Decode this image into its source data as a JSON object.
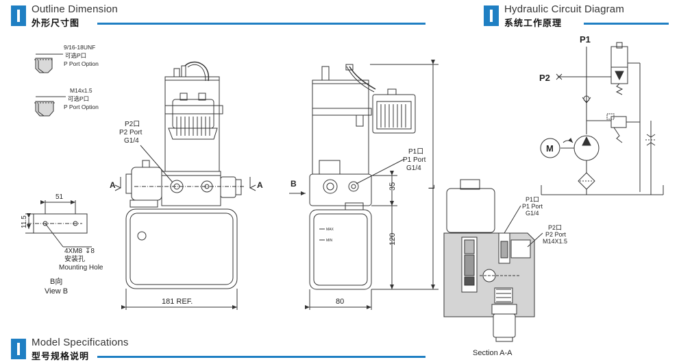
{
  "headers": {
    "outline": {
      "en": "Outline Dimension",
      "cn": "外形尺寸图"
    },
    "circuit": {
      "en": "Hydraulic Circuit Diagram",
      "cn": "系统工作原理"
    },
    "model": {
      "en": "Model Specifications",
      "cn": "型号规格说明"
    }
  },
  "port_options": {
    "unf": {
      "spec": "9/16-18UNF",
      "cn": "可选P口",
      "en": "P Port Option"
    },
    "metric": {
      "spec": "M14x1.5",
      "cn": "可选P口",
      "en": "P Port Option"
    }
  },
  "view_b": {
    "width": "51",
    "height": "11.5",
    "hole_spec": "4XM8",
    "hole_depth": "8",
    "hole_cn": "安装孔",
    "hole_en": "Mounting Hole",
    "view_cn": "B向",
    "view_en": "View B"
  },
  "front_view": {
    "p2_cn": "P2口",
    "p2_en": "P2 Port",
    "p2_size": "G1/4",
    "section_left": "A",
    "section_right": "A",
    "overall_width": "181 REF."
  },
  "side_view": {
    "p1_cn": "P1口",
    "p1_en": "P1 Port",
    "p1_size": "G1/4",
    "dim_35": "35",
    "dim_120": "120",
    "dim_l": "L",
    "dim_80": "80",
    "view_arrow": "B",
    "tank_max": "MAX",
    "tank_min": "MIN"
  },
  "section": {
    "p1_cn": "P1口",
    "p1_en": "P1 Port",
    "p1_size": "G1/4",
    "p2_cn": "P2口",
    "p2_en": "P2 Port",
    "p2_size": "M14X1.5",
    "caption": "Section A-A"
  },
  "circuit": {
    "p1": "P1",
    "p2": "P2",
    "motor": "M"
  },
  "colors": {
    "accent": "#1f7fc3",
    "line": "#333333"
  }
}
